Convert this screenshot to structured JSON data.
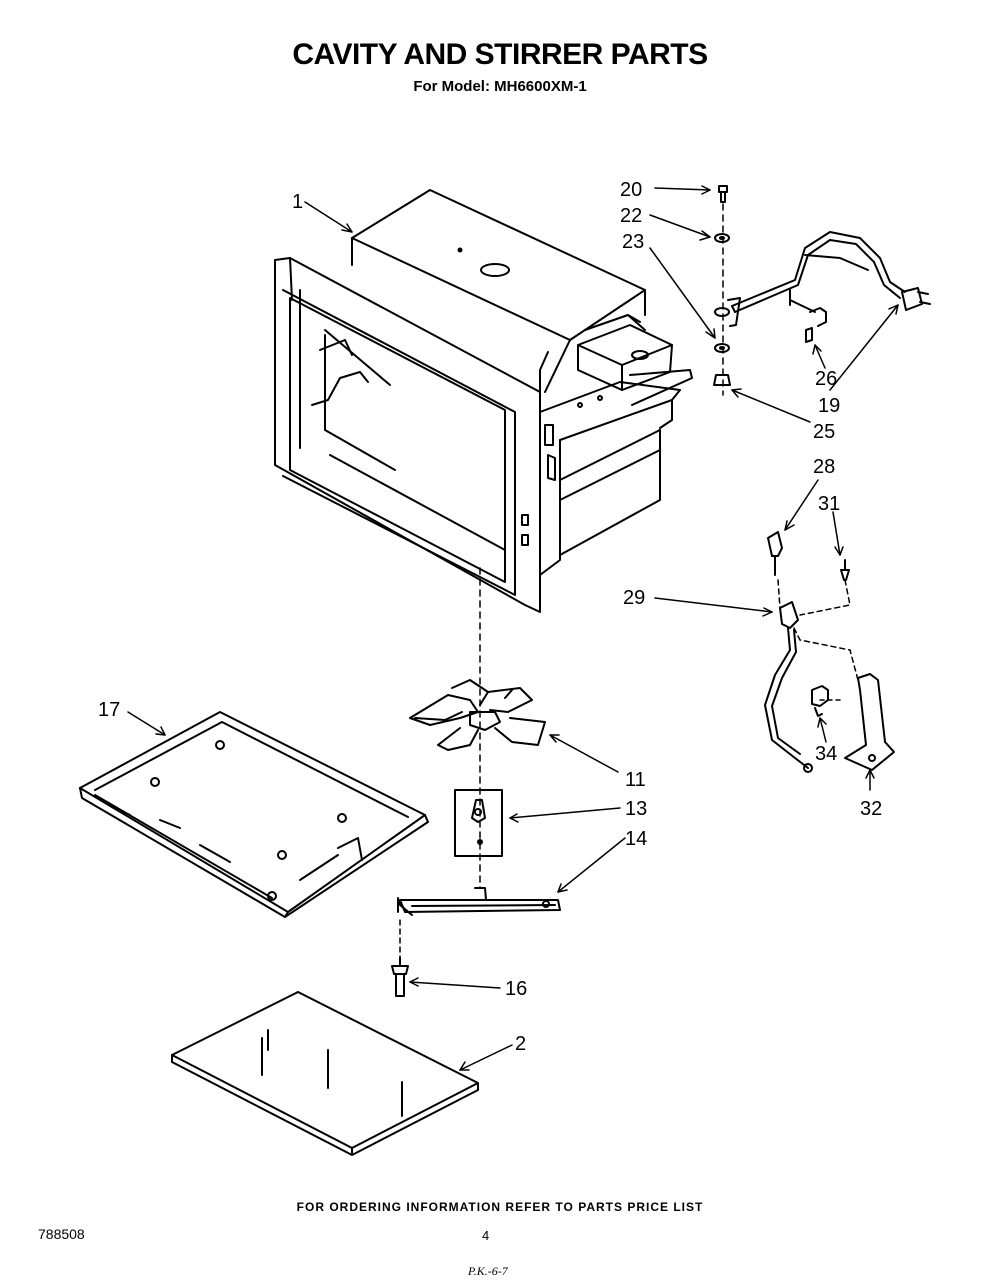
{
  "header": {
    "title": "CAVITY AND STIRRER PARTS",
    "subtitle": "For Model: MH6600XM-1"
  },
  "callouts": {
    "c1": "1",
    "c2": "2",
    "c11": "11",
    "c13": "13",
    "c14": "14",
    "c16": "16",
    "c17": "17",
    "c19": "19",
    "c20": "20",
    "c22": "22",
    "c23": "23",
    "c25": "25",
    "c26": "26",
    "c28": "28",
    "c29": "29",
    "c31": "31",
    "c32": "32",
    "c34": "34"
  },
  "footer": {
    "note": "FOR ORDERING INFORMATION REFER TO PARTS PRICE LIST",
    "doc_id": "788508",
    "page": "4",
    "scrawl": "P.K.-6-7"
  }
}
